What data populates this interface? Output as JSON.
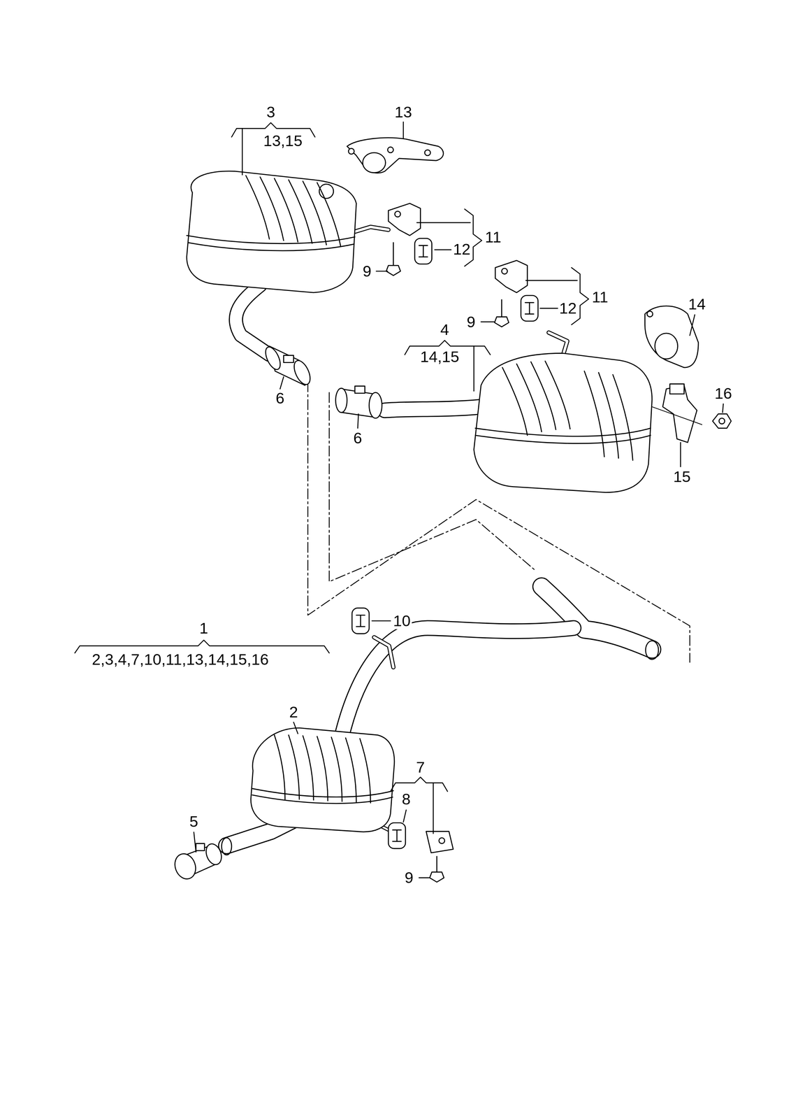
{
  "diagram": {
    "labels": [
      "3",
      "13,15",
      "13",
      "11",
      "12",
      "9",
      "11",
      "12",
      "9",
      "14",
      "4",
      "14,15",
      "16",
      "6",
      "6",
      "15",
      "10",
      "1",
      "2,3,4,7,10,11,13,14,15,16",
      "2",
      "7",
      "8",
      "5",
      "9"
    ]
  }
}
